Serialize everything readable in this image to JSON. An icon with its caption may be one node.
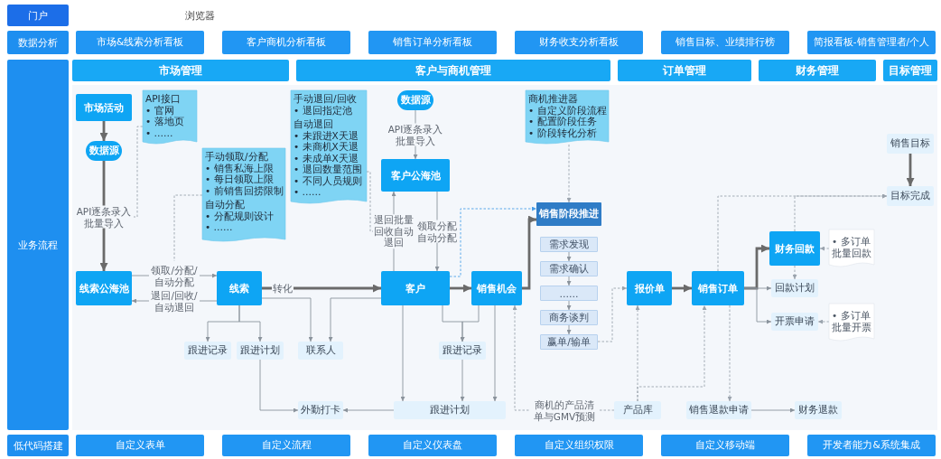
{
  "diagram": {
    "nodes": [
      {
        "text": [
          "门户"
        ]
      },
      {
        "text": [
          "数据分析"
        ]
      },
      {
        "text": [
          "市场&线索分析看板"
        ]
      },
      {
        "text": [
          "客户商机分析看板"
        ]
      },
      {
        "text": [
          "销售订单分析看板"
        ]
      },
      {
        "text": [
          "财务收支分析看板"
        ]
      },
      {
        "text": [
          "销售目标、业绩排行榜"
        ]
      },
      {
        "text": [
          "简报看板-销售管理者/个人"
        ]
      },
      {
        "text": [
          "业务流程"
        ]
      },
      {
        "text": [
          "市场管理"
        ]
      },
      {
        "text": [
          "客户与商机管理"
        ]
      },
      {
        "text": [
          "订单管理"
        ]
      },
      {
        "text": [
          "财务管理"
        ]
      },
      {
        "text": [
          "目标管理"
        ]
      },
      {
        "text": [
          "市场活动"
        ]
      },
      {
        "text": [
          "API接口",
          "• 官网",
          "• 落地页",
          "• ……"
        ]
      },
      {
        "text": [
          "数据源"
        ]
      },
      {
        "text": [
          "手动领取/分配",
          "• 销售私海上限",
          "• 每日领取上限",
          "• 前销售回捞限制",
          "自动分配",
          "• 分配规则设计",
          "• ……"
        ]
      },
      {
        "text": [
          "手动退回/回收",
          "• 退回指定池",
          "自动退回",
          "• 未跟进X天退",
          "• 未商机X天退",
          "• 未成单X天退",
          "• 退回数量范围",
          "• 不同人员规则",
          "• ……"
        ]
      },
      {
        "text": [
          "数据源"
        ]
      },
      {
        "text": [
          "客户公海池"
        ]
      },
      {
        "text": [
          "商机推进器",
          "• 自定义阶段流程",
          "• 配置阶段任务",
          "• 阶段转化分析"
        ]
      },
      {
        "text": [
          "销售阶段推进"
        ]
      },
      {
        "text": [
          "需求发现"
        ]
      },
      {
        "text": [
          "需求确认"
        ]
      },
      {
        "text": [
          "……"
        ]
      },
      {
        "text": [
          "商务谈判"
        ]
      },
      {
        "text": [
          "赢单/输单"
        ]
      },
      {
        "text": [
          "销售目标"
        ]
      },
      {
        "text": [
          "目标完成"
        ]
      },
      {
        "text": [
          "财务回款"
        ]
      },
      {
        "text": [
          "• 多订单批量回款"
        ]
      },
      {
        "text": [
          "线索公海池"
        ]
      },
      {
        "text": [
          "线索"
        ]
      },
      {
        "text": [
          "客户"
        ]
      },
      {
        "text": [
          "销售机会"
        ]
      },
      {
        "text": [
          "报价单"
        ]
      },
      {
        "text": [
          "销售订单"
        ]
      },
      {
        "text": [
          "回款计划"
        ]
      },
      {
        "text": [
          "开票申请"
        ]
      },
      {
        "text": [
          "• 多订单批量开票"
        ]
      },
      {
        "text": [
          "跟进记录"
        ]
      },
      {
        "text": [
          "跟进计划"
        ]
      },
      {
        "text": [
          "联系人"
        ]
      },
      {
        "text": [
          "跟进记录"
        ]
      },
      {
        "text": [
          "外勤打卡"
        ]
      },
      {
        "text": [
          "跟进计划"
        ]
      },
      {
        "text": [
          "产品库"
        ]
      },
      {
        "text": [
          "销售退款申请"
        ]
      },
      {
        "text": [
          "财务退款"
        ]
      },
      {
        "text": [
          "低代码搭建"
        ]
      },
      {
        "text": [
          "自定义表单"
        ]
      },
      {
        "text": [
          "自定义流程"
        ]
      },
      {
        "text": [
          "自定义仪表盘"
        ]
      },
      {
        "text": [
          "自定义组织权限"
        ]
      },
      {
        "text": [
          "自定义移动端"
        ]
      },
      {
        "text": [
          "开发者能力&系统集成"
        ]
      }
    ],
    "edges": [
      {
        "from": 14,
        "to": 16,
        "arrow": "to",
        "style": "thick"
      },
      {
        "from": 16,
        "to": 32,
        "arrow": "to",
        "style": "thick",
        "label": "API逐条录入批量导入"
      },
      {
        "from": 15,
        "to": null,
        "arrow": "none",
        "style": "dashed"
      },
      {
        "from": 17,
        "to": null,
        "arrow": "none",
        "style": "dashed"
      },
      {
        "from": 32,
        "to": 33,
        "arrow": "to",
        "label": "领取/分配/自动分配"
      },
      {
        "from": 33,
        "to": 32,
        "arrow": "to",
        "label": "退回/回收/自动退回"
      },
      {
        "from": 33,
        "to": 34,
        "arrow": "to",
        "style": "thick",
        "label": "转化"
      },
      {
        "from": 34,
        "to": 35,
        "arrow": "to",
        "style": "thick"
      },
      {
        "from": 19,
        "to": 20,
        "arrow": "to",
        "label": "API逐条录入批量导入"
      },
      {
        "from": 34,
        "to": 20,
        "arrow": "to",
        "label": "退回批量回收自动退回"
      },
      {
        "from": 20,
        "to": 34,
        "arrow": "to",
        "label": "领取分配自动分配"
      },
      {
        "from": 18,
        "to": null,
        "arrow": "none",
        "style": "dashed"
      },
      {
        "from": 21,
        "to": 22,
        "arrow": "to",
        "style": "dashed"
      },
      {
        "from": 35,
        "to": 22,
        "arrow": "to",
        "style": "thick"
      },
      {
        "from": 34,
        "to": 22,
        "arrow": "to",
        "style": "dashed",
        "color": "#4a9fe8"
      },
      {
        "from": 23,
        "to": 24,
        "arrow": "to"
      },
      {
        "from": 24,
        "to": 25,
        "arrow": "to"
      },
      {
        "from": 25,
        "to": 26,
        "arrow": "to"
      },
      {
        "from": 26,
        "to": 27,
        "arrow": "to"
      },
      {
        "from": 27,
        "to": 36,
        "arrow": "to",
        "style": "dashed"
      },
      {
        "from": 36,
        "to": 37,
        "arrow": "to",
        "style": "thick"
      },
      {
        "from": 37,
        "to": 30,
        "arrow": "to",
        "style": "thick"
      },
      {
        "from": 37,
        "to": 38,
        "arrow": "to"
      },
      {
        "from": 37,
        "to": 39,
        "arrow": "to"
      },
      {
        "from": 30,
        "to": 38,
        "arrow": "to",
        "style": "dashed"
      },
      {
        "from": 31,
        "to": 30,
        "arrow": "to",
        "style": "dashed"
      },
      {
        "from": 40,
        "to": 39,
        "arrow": "to",
        "style": "dashed"
      },
      {
        "from": 28,
        "to": 29,
        "arrow": "to",
        "style": "thick"
      },
      {
        "from": 37,
        "to": 29,
        "arrow": "to",
        "style": "dashed"
      },
      {
        "from": 30,
        "to": 29,
        "arrow": "to",
        "style": "dashed"
      },
      {
        "from": 33,
        "to": 41,
        "arrow": "to"
      },
      {
        "from": 33,
        "to": 42,
        "arrow": "to"
      },
      {
        "from": 33,
        "to": 43,
        "arrow": "to"
      },
      {
        "from": 34,
        "to": 43,
        "arrow": "to"
      },
      {
        "from": 42,
        "to": 45,
        "arrow": "to"
      },
      {
        "from": 46,
        "to": 45,
        "arrow": "to"
      },
      {
        "from": 34,
        "to": 46,
        "arrow": "to"
      },
      {
        "from": 34,
        "to": 44,
        "arrow": "to"
      },
      {
        "from": 35,
        "to": 44,
        "arrow": "to"
      },
      {
        "from": 44,
        "to": 46,
        "arrow": "to"
      },
      {
        "from": 35,
        "to": 46,
        "arrow": "to"
      },
      {
        "from": 47,
        "to": 35,
        "arrow": "to",
        "style": "dashed",
        "label": "商机的产品清单与GMV预测"
      },
      {
        "from": 47,
        "to": 36,
        "arrow": "to",
        "style": "dashed"
      },
      {
        "from": 47,
        "to": 37,
        "arrow": "to",
        "style": "dashed"
      },
      {
        "from": 37,
        "to": 48,
        "arrow": "to",
        "style": "dashed"
      },
      {
        "from": 48,
        "to": 49,
        "arrow": "to"
      }
    ],
    "labels": [
      "浏览器"
    ]
  }
}
